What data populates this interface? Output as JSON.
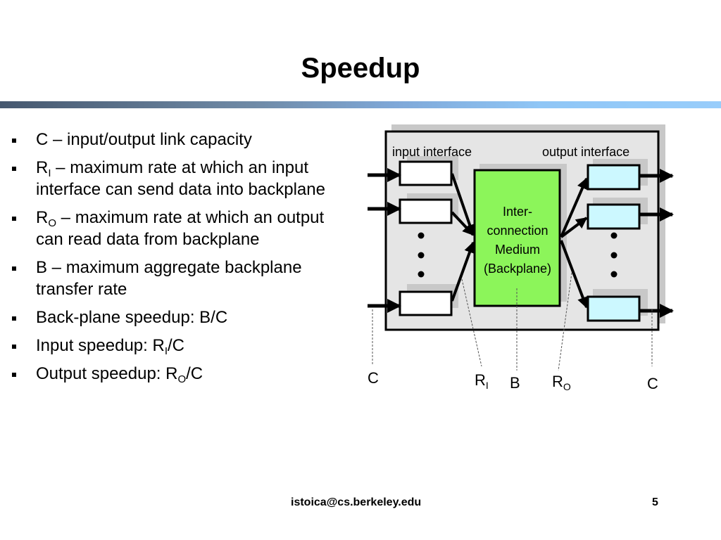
{
  "slide": {
    "title": "Speedup",
    "footer_email": "istoica@cs.berkeley.edu",
    "page_number": "5",
    "title_bar_colors": [
      "#46586f",
      "#98cdfb"
    ]
  },
  "bullets": [
    {
      "pre": "C – input/output link capacity",
      "sub": "",
      "post": ""
    },
    {
      "pre": "R",
      "sub": "I",
      "post": " – maximum rate at which an input interface can send data into backplane"
    },
    {
      "pre": "R",
      "sub": "O",
      "post": " – maximum rate at which an output can read data from backplane"
    },
    {
      "pre": "B – maximum aggregate backplane transfer rate",
      "sub": "",
      "post": ""
    },
    {
      "pre": "Back-plane speedup: B/C",
      "sub": "",
      "post": ""
    },
    {
      "pre": "Input speedup: R",
      "sub": "I",
      "post": "/C"
    },
    {
      "pre": "Output speedup: R",
      "sub": "O",
      "post": "/C"
    }
  ],
  "diagram": {
    "input_label": "input interface",
    "output_label": "output interface",
    "medium_lines": [
      "Inter-",
      "connection",
      "Medium",
      "(Backplane)"
    ],
    "labels": {
      "c_left": "C",
      "r_i": "R",
      "r_i_sub": "I",
      "b": "B",
      "r_o": "R",
      "r_o_sub": "O",
      "c_right": "C"
    },
    "colors": {
      "router_bg": "#e5e5e5",
      "shadow": "#c8c8c8",
      "medium": "#8cf55a",
      "output_port": "#ccf8ff",
      "input_port": "#ffffff"
    }
  }
}
